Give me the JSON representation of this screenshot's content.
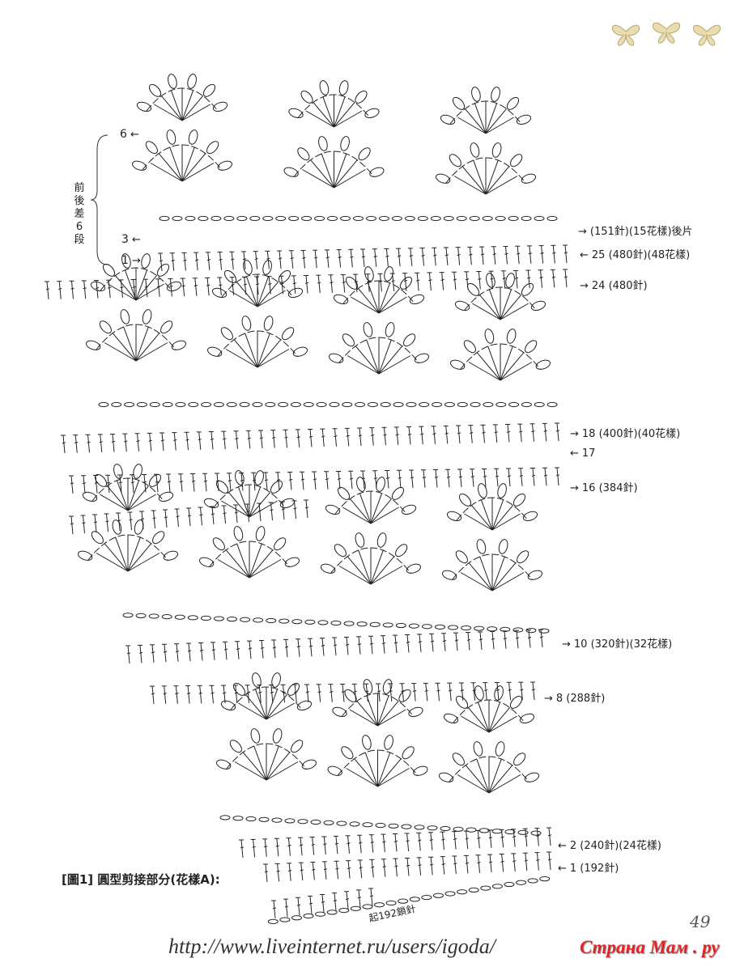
{
  "left_labels": {
    "row6": "6",
    "row3": "3",
    "row1": "1",
    "bracket": "前後差6段"
  },
  "right_labels": [
    {
      "arrow": "→",
      "text": "(151針)(15花樣)後片"
    },
    {
      "arrow": "←",
      "text": "25 (480針)(48花樣)"
    },
    {
      "arrow": "→",
      "text": "24 (480針)"
    },
    {
      "arrow": "→",
      "text": "18 (400針)(40花樣)"
    },
    {
      "arrow": "←",
      "text": "17"
    },
    {
      "arrow": "→",
      "text": "16 (384針)"
    },
    {
      "arrow": "→",
      "text": "10 (320針)(32花樣)"
    },
    {
      "arrow": "→",
      "text": "8 (288針)"
    },
    {
      "arrow": "←",
      "text": "2 (240針)(24花樣)"
    },
    {
      "arrow": "←",
      "text": "1 (192針)"
    }
  ],
  "caption": "[圖1] 圓型剪接部分(花樣A):",
  "start_note": "起192鎖針",
  "watermark_url": "http://www.liveinternet.ru/users/igoda/",
  "watermark_brand": "Страна Мам . ру",
  "page_number": "49",
  "colors": {
    "ink": "#222222",
    "brand": "#e0252a",
    "butterfly": "#c8b57a"
  }
}
